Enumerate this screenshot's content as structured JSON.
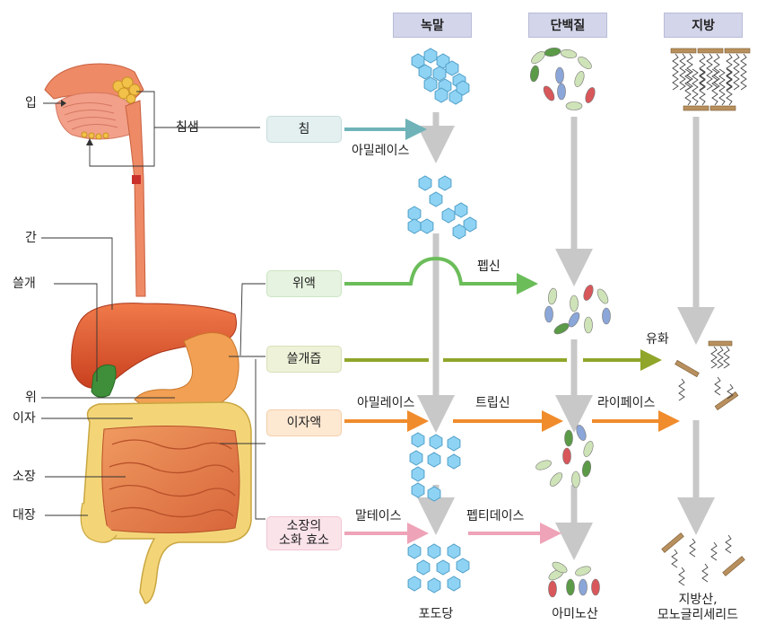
{
  "columns": [
    {
      "id": "carb",
      "label": "녹말"
    },
    {
      "id": "protein",
      "label": "단백질"
    },
    {
      "id": "fat",
      "label": "지방"
    }
  ],
  "organs": {
    "mouth": "입",
    "salivary": "침샘",
    "liver": "간",
    "gallbladder": "쓸개",
    "stomach": "위",
    "pancreas": "이자",
    "small_intestine": "소장",
    "large_intestine": "대장"
  },
  "juices": {
    "saliva": "침",
    "gastric": "위액",
    "bile": "쓸개즙",
    "pancreatic": "이자액",
    "intestinal": "소장의\n소화 효소"
  },
  "enzymes": {
    "amylase1": "아밀레이스",
    "pepsin": "펩신",
    "emulsify": "유화",
    "amylase2": "아밀레이스",
    "trypsin": "트립신",
    "lipase": "라이페이스",
    "maltase": "말테이스",
    "peptidase": "펩티데이스"
  },
  "products": {
    "glucose": "포도당",
    "amino": "아미노산",
    "fatty": "지방산,\n모노글리세리드"
  },
  "colors": {
    "header_bg": "#d3d5ea",
    "saliva": "#6fb3b8",
    "gastric": "#6bbd5a",
    "bile": "#8fa62a",
    "pancreatic": "#f08c2c",
    "intestinal": "#eea3b8",
    "hexagon": "#8fd3f4",
    "flow_arrow": "#c8c8c8"
  }
}
